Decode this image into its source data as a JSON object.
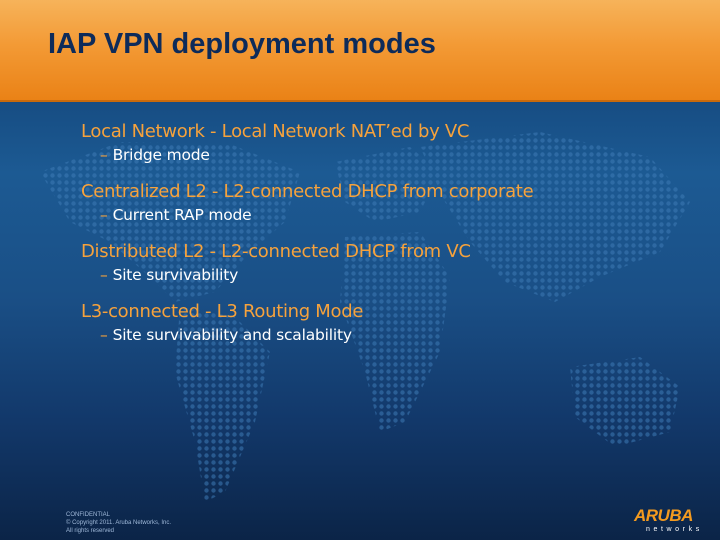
{
  "slide": {
    "title": "IAP VPN deployment modes",
    "bullets": [
      {
        "main": "Local Network - Local Network NAT’ed by VC",
        "sub": "Bridge mode"
      },
      {
        "main": "Centralized L2 - L2-connected DHCP from corporate",
        "sub": "Current RAP mode"
      },
      {
        "main": "Distributed L2 - L2-connected DHCP from VC",
        "sub": "Site survivability"
      },
      {
        "main": "L3-connected - L3 Routing Mode",
        "sub": "Site survivability and scalability"
      }
    ],
    "sub_marker": "–"
  },
  "footer": {
    "line1": "CONFIDENTIAL",
    "line2": "© Copyright 2011. Aruba Networks, Inc.",
    "line3": "All rights reserved"
  },
  "logo": {
    "word": "ARUBA",
    "sub": "networks"
  },
  "colors": {
    "header_orange": "#f39a35",
    "title_navy": "#0d2b5a",
    "bullet_orange": "#f6a23c",
    "background_blue": "#1c5a93",
    "sub_text": "#ffffff"
  }
}
